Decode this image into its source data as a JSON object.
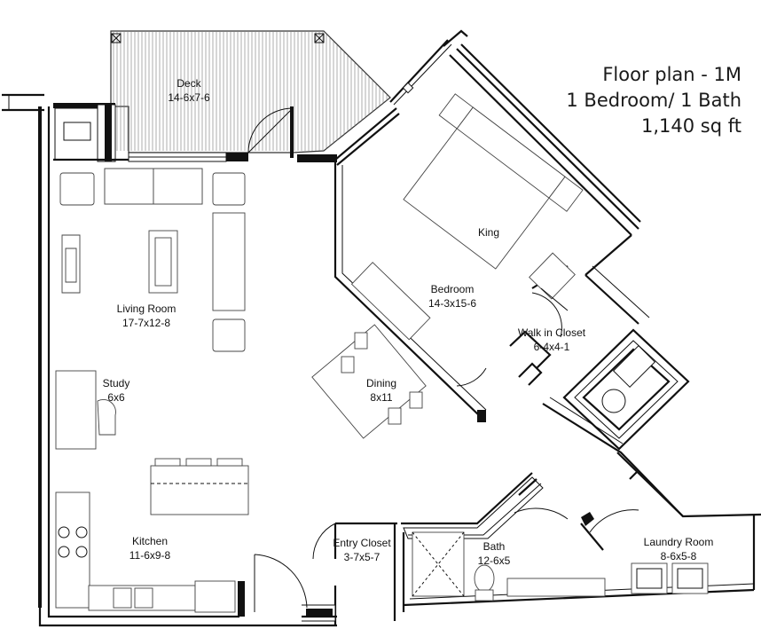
{
  "title": {
    "line1": "Floor plan - 1M",
    "line2": "1 Bedroom/ 1 Bath",
    "line3": "1,140 sq ft"
  },
  "rooms": {
    "deck": {
      "name": "Deck",
      "size": "14-6x7-6"
    },
    "king": {
      "name": "King"
    },
    "bedroom": {
      "name": "Bedroom",
      "size": "14-3x15-6"
    },
    "living": {
      "name": "Living Room",
      "size": "17-7x12-8"
    },
    "walkin": {
      "name": "Walk in Closet",
      "size": "6-4x4-1"
    },
    "study": {
      "name": "Study",
      "size": "6x6"
    },
    "dining": {
      "name": "Dining",
      "size": "8x11"
    },
    "kitchen": {
      "name": "Kitchen",
      "size": "11-6x9-8"
    },
    "entry": {
      "name": "Entry Closet",
      "size": "3-7x5-7"
    },
    "bath": {
      "name": "Bath",
      "size": "12-6x5"
    },
    "laundry": {
      "name": "Laundry Room",
      "size": "8-6x5-8"
    }
  }
}
